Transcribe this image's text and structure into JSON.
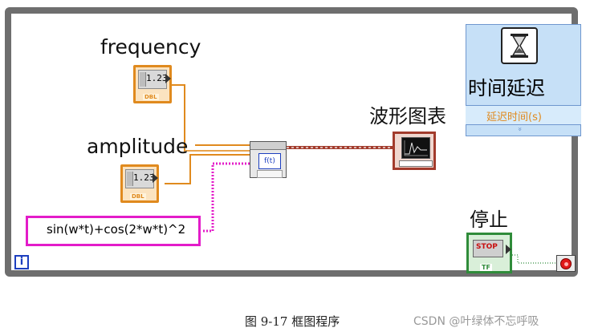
{
  "diagram": {
    "iteration_terminal": "i",
    "controls": [
      {
        "name": "frequency",
        "value": "1.23",
        "type": "DBL"
      },
      {
        "name": "amplitude",
        "value": "1.23",
        "type": "DBL"
      }
    ],
    "formula": "sin(w*t)+cos(2*w*t)^2",
    "express_function_label": "f(t)",
    "chart_label": "波形图表",
    "time_delay": {
      "title": "时间延迟",
      "input_label": "延迟时间(s)",
      "expand_glyph": "»"
    },
    "stop": {
      "label": "停止",
      "button_text": "STOP",
      "type": "TF"
    }
  },
  "caption": "图 9-17 框图程序",
  "watermark": "CSDN @叶绿体不忘呼吸",
  "colors": {
    "loop_border": "#6e6e6e",
    "numeric": "#e08a1e",
    "string": "#e31cc9",
    "dynamic_data": "#a23b2c",
    "boolean": "#2f8c3a",
    "index": "#1d3fbf",
    "express_vi": "#c6e0f7"
  }
}
